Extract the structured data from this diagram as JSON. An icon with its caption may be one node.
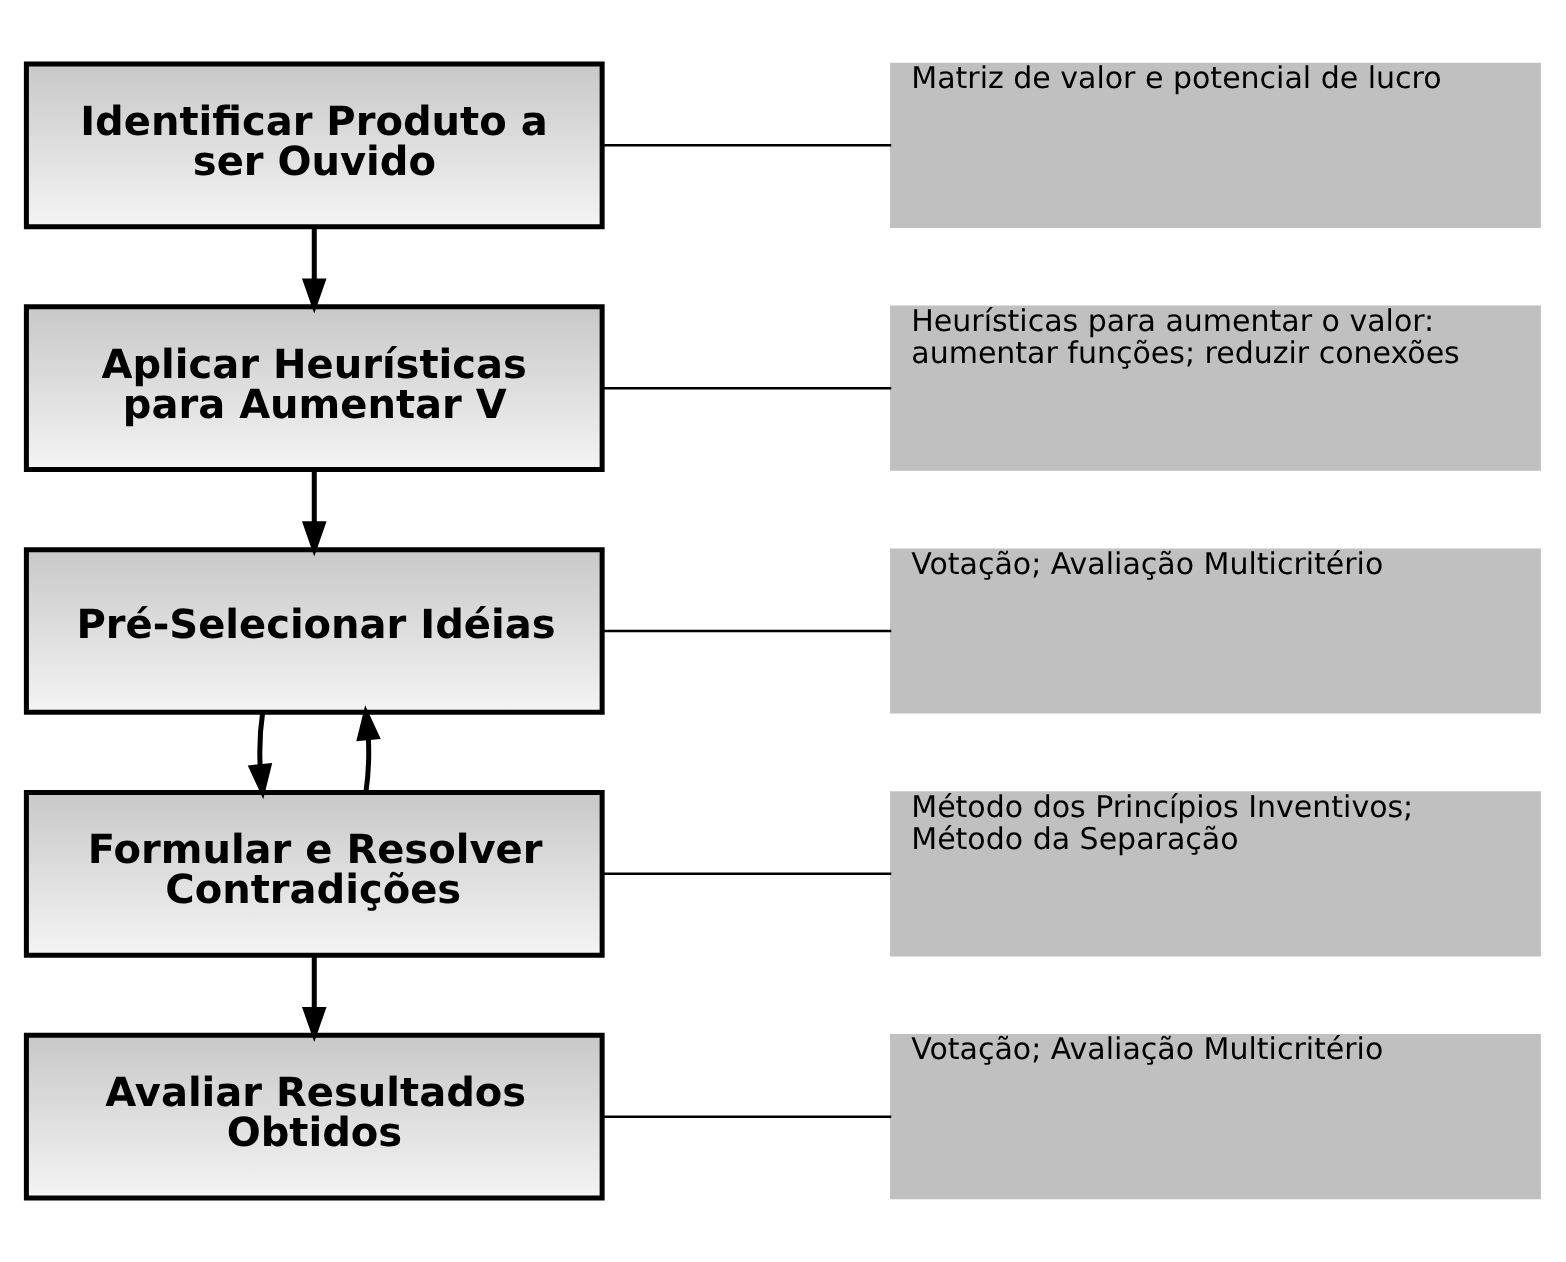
{
  "diagram": {
    "nodes": [
      {
        "text": [
          "Identificar Produto a ser Ouvido"
        ]
      },
      {
        "text": [
          "Matriz de valor e potencial de lucro"
        ]
      },
      {
        "text": [
          "Aplicar Heurísticas para Aumentar V"
        ]
      },
      {
        "text": [
          "Heurísticas para aumentar o valor: aumentar funções; reduzir conexões"
        ]
      },
      {
        "text": [
          "Pré-Selecionar Idéias"
        ]
      },
      {
        "text": [
          "Votação; Avaliação Multicritério"
        ]
      },
      {
        "text": [
          "Formular e Resolver Contradições"
        ]
      },
      {
        "text": [
          "Método dos Princípios Inventivos; Método da Separação"
        ]
      },
      {
        "text": [
          "Avaliar Resultados Obtidos"
        ]
      },
      {
        "text": [
          "Votação; Avaliação Multicritério"
        ]
      }
    ],
    "edges": [
      {
        "from": 0,
        "to": 2,
        "arrow": "to"
      },
      {
        "from": 2,
        "to": 4,
        "arrow": "to"
      },
      {
        "from": 4,
        "to": 6,
        "arrow": "to"
      },
      {
        "from": 6,
        "to": 4,
        "arrow": "to"
      },
      {
        "from": 6,
        "to": 8,
        "arrow": "to"
      },
      {
        "from": 0,
        "to": 1,
        "arrow": "none"
      },
      {
        "from": 2,
        "to": 3,
        "arrow": "none"
      },
      {
        "from": 4,
        "to": 5,
        "arrow": "none"
      },
      {
        "from": 6,
        "to": 7,
        "arrow": "none"
      },
      {
        "from": 8,
        "to": 9,
        "arrow": "none"
      }
    ]
  }
}
